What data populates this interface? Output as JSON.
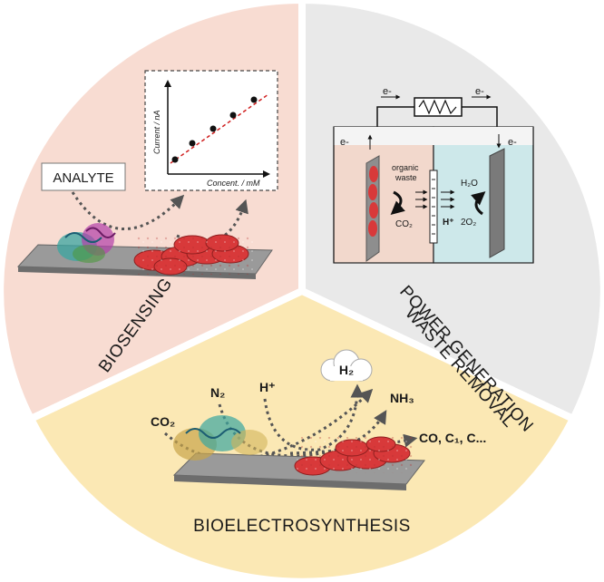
{
  "sections": {
    "biosensing": {
      "title": "BIOSENSING",
      "analyte_label": "ANALYTE",
      "inset_graph": {
        "ylabel": "Current / nA",
        "xlabel": "Concent. / mM"
      }
    },
    "power": {
      "title_line1": "POWER GENERATION",
      "title_line2": "WASTE REMOVAL",
      "electron_top_left": "e-",
      "electron_top_right": "e-",
      "electron_anode": "e-",
      "electron_cathode": "e-",
      "organic_line1": "organic",
      "organic_line2": "waste",
      "co2_label": "CO₂",
      "proton_label": "H⁺",
      "water_label": "H₂O",
      "oxygen_label": "2O₂"
    },
    "bioelectrosynthesis": {
      "title": "BIOELECTROSYNTHESIS",
      "input_co2": "CO₂",
      "input_n2": "N₂",
      "input_h": "H⁺",
      "output_h2": "H₂",
      "output_nh3": "NH₃",
      "output_co": "CO, C₁, C..."
    }
  },
  "colors": {
    "biosensing_bg": "#f8dcd2",
    "power_bg": "#e9e9e9",
    "synthesis_bg": "#fbe8b4",
    "electrode": "#8e8e8e",
    "bacteria": "#d8393a",
    "trendline": "#d02020"
  }
}
